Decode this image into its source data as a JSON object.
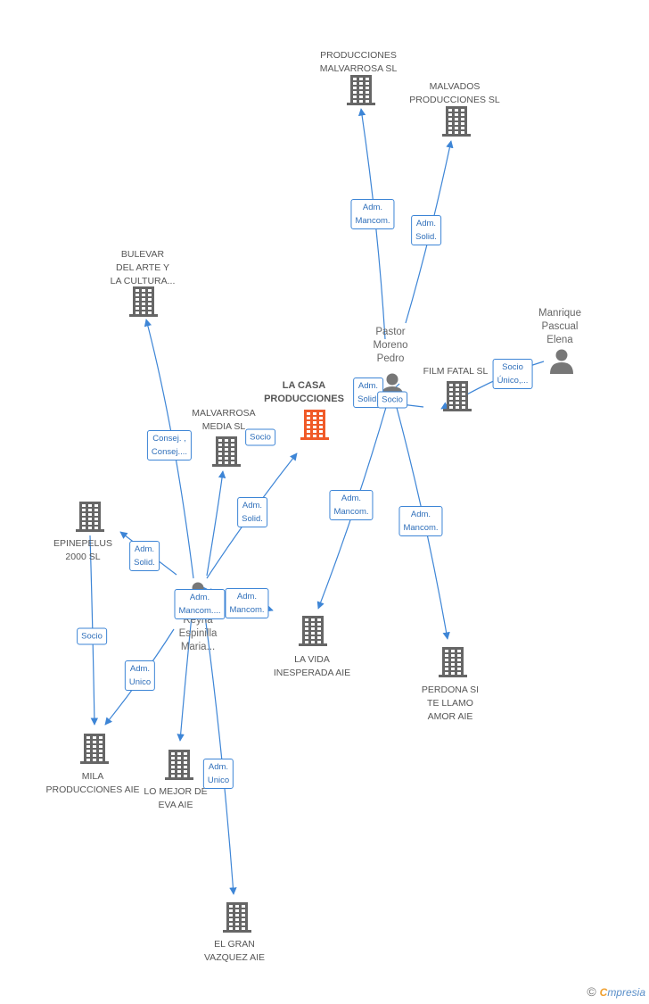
{
  "colors": {
    "edge": "#3d85d6",
    "company": "#666666",
    "focus_company": "#f05a28",
    "person": "#777777"
  },
  "nodes": [
    {
      "id": "produccionesmalvarrosa",
      "type": "company",
      "label": "PRODUCCIONES\nMALVARROSA SL"
    },
    {
      "id": "malvados",
      "type": "company",
      "label": "MALVADOS\nPRODUCCIONES SL"
    },
    {
      "id": "bulevar",
      "type": "company",
      "label": "BULEVAR\nDEL ARTE Y\nLA CULTURA..."
    },
    {
      "id": "manrique",
      "type": "person",
      "label": "Manrique\nPascual\nElena"
    },
    {
      "id": "pastor",
      "type": "person",
      "label": "Pastor\nMoreno\nPedro"
    },
    {
      "id": "filmfatal",
      "type": "company",
      "label": "FILM FATAL SL"
    },
    {
      "id": "lacasa",
      "type": "focus",
      "label": "LA CASA\nPRODUCCIONES"
    },
    {
      "id": "malvarrosamedia",
      "type": "company",
      "label": "MALVARROSA\nMEDIA SL"
    },
    {
      "id": "epinepelus",
      "type": "company",
      "label": "EPINEPELUS\n2000 SL"
    },
    {
      "id": "reyna",
      "type": "person",
      "label": "Reyna\nEspinilla\nMaria..."
    },
    {
      "id": "lavida",
      "type": "company",
      "label": "LA VIDA\nINESPERADA AIE"
    },
    {
      "id": "perdona",
      "type": "company",
      "label": "PERDONA SI\nTE LLAMO\nAMOR AIE"
    },
    {
      "id": "mila",
      "type": "company",
      "label": "MILA\nPRODUCCIONES AIE"
    },
    {
      "id": "lomejor",
      "type": "company",
      "label": "LO MEJOR DE\nEVA AIE"
    },
    {
      "id": "elgran",
      "type": "company",
      "label": "EL GRAN\nVAZQUEZ AIE"
    }
  ],
  "edges": [
    {
      "id": "e1",
      "from": "pastor",
      "to": "produccionesmalvarrosa",
      "label": "Adm.\nMancom."
    },
    {
      "id": "e2",
      "from": "pastor",
      "to": "malvados",
      "label": "Adm.\nSolid."
    },
    {
      "id": "e3",
      "from": "manrique",
      "to": "filmfatal",
      "label": "Socio\nÚnico,..."
    },
    {
      "id": "e4",
      "from": "pastor",
      "to": "filmfatal",
      "label": "Adm.\nSolid."
    },
    {
      "id": "e5",
      "from": "filmfatal",
      "to": "pastor",
      "label": "Socio"
    },
    {
      "id": "e6",
      "from": "pastor",
      "to": "lavida",
      "label": "Adm.\nMancom."
    },
    {
      "id": "e7",
      "from": "pastor",
      "to": "perdona",
      "label": "Adm.\nMancom."
    },
    {
      "id": "e8",
      "from": "reyna",
      "to": "bulevar",
      "label": "Consej. ,\nConsej...."
    },
    {
      "id": "e9",
      "from": "reyna",
      "to": "lacasa",
      "label": "Adm.\nSolid."
    },
    {
      "id": "e10",
      "from": "reyna",
      "to": "malvarrosamedia",
      "label": "Socio"
    },
    {
      "id": "e11",
      "from": "reyna",
      "to": "epinepelus",
      "label": "Adm.\nSolid."
    },
    {
      "id": "e12",
      "from": "reyna",
      "to": "lacasa",
      "label": "Adm.\nMancom...."
    },
    {
      "id": "e13",
      "from": "reyna",
      "to": "lacasa",
      "label": "Adm.\nMancom."
    },
    {
      "id": "e14",
      "from": "epinepelus",
      "to": "mila",
      "label": "Socio"
    },
    {
      "id": "e15",
      "from": "reyna",
      "to": "mila",
      "label": "Adm.\nUnico"
    },
    {
      "id": "e16",
      "from": "reyna",
      "to": "lomejor",
      "label": ""
    },
    {
      "id": "e17",
      "from": "reyna",
      "to": "elgran",
      "label": "Adm.\nUnico"
    }
  ],
  "footer": {
    "copyright": "©",
    "brand_first": "C",
    "brand_rest": "mpresia"
  }
}
